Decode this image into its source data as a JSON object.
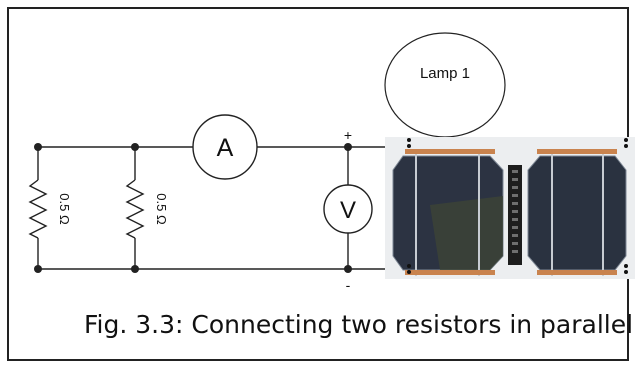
{
  "lamp": {
    "label": "Lamp 1"
  },
  "ammeter": {
    "label": "A"
  },
  "voltmeter": {
    "label": "V"
  },
  "resistors": [
    {
      "value_label": "0.5 Ω"
    },
    {
      "value_label": "0.5 Ω"
    }
  ],
  "terminals": {
    "positive": "+",
    "negative": "-"
  },
  "caption": "Fig. 3.3: Connecting two resistors in parallel"
}
